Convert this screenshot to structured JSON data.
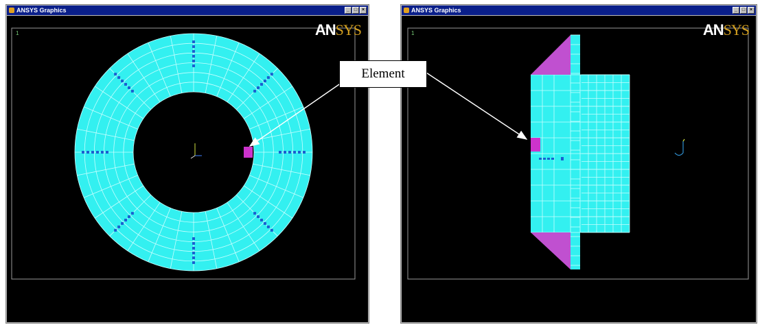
{
  "windows": [
    {
      "id": "left",
      "title": "ANSYS Graphics",
      "logo": {
        "an": "AN",
        "sys": "SYS"
      },
      "axis_label": "1"
    },
    {
      "id": "right",
      "title": "ANSYS Graphics",
      "logo": {
        "an": "AN",
        "sys": "SYS"
      },
      "axis_label": "1"
    }
  ],
  "window_controls": [
    "_",
    "□",
    "×"
  ],
  "callout": {
    "label": "Element"
  },
  "colors": {
    "mesh_fill": "#33f0f0",
    "mesh_line": "#a0ffff",
    "highlight": "#cc33cc",
    "titlebar": "#0a1f8a",
    "logo_sys": "#d4a020",
    "background": "#000000"
  },
  "icons": [
    "ansys-app-icon",
    "minimize-icon",
    "maximize-icon",
    "close-icon",
    "coordinate-triad-icon"
  ]
}
